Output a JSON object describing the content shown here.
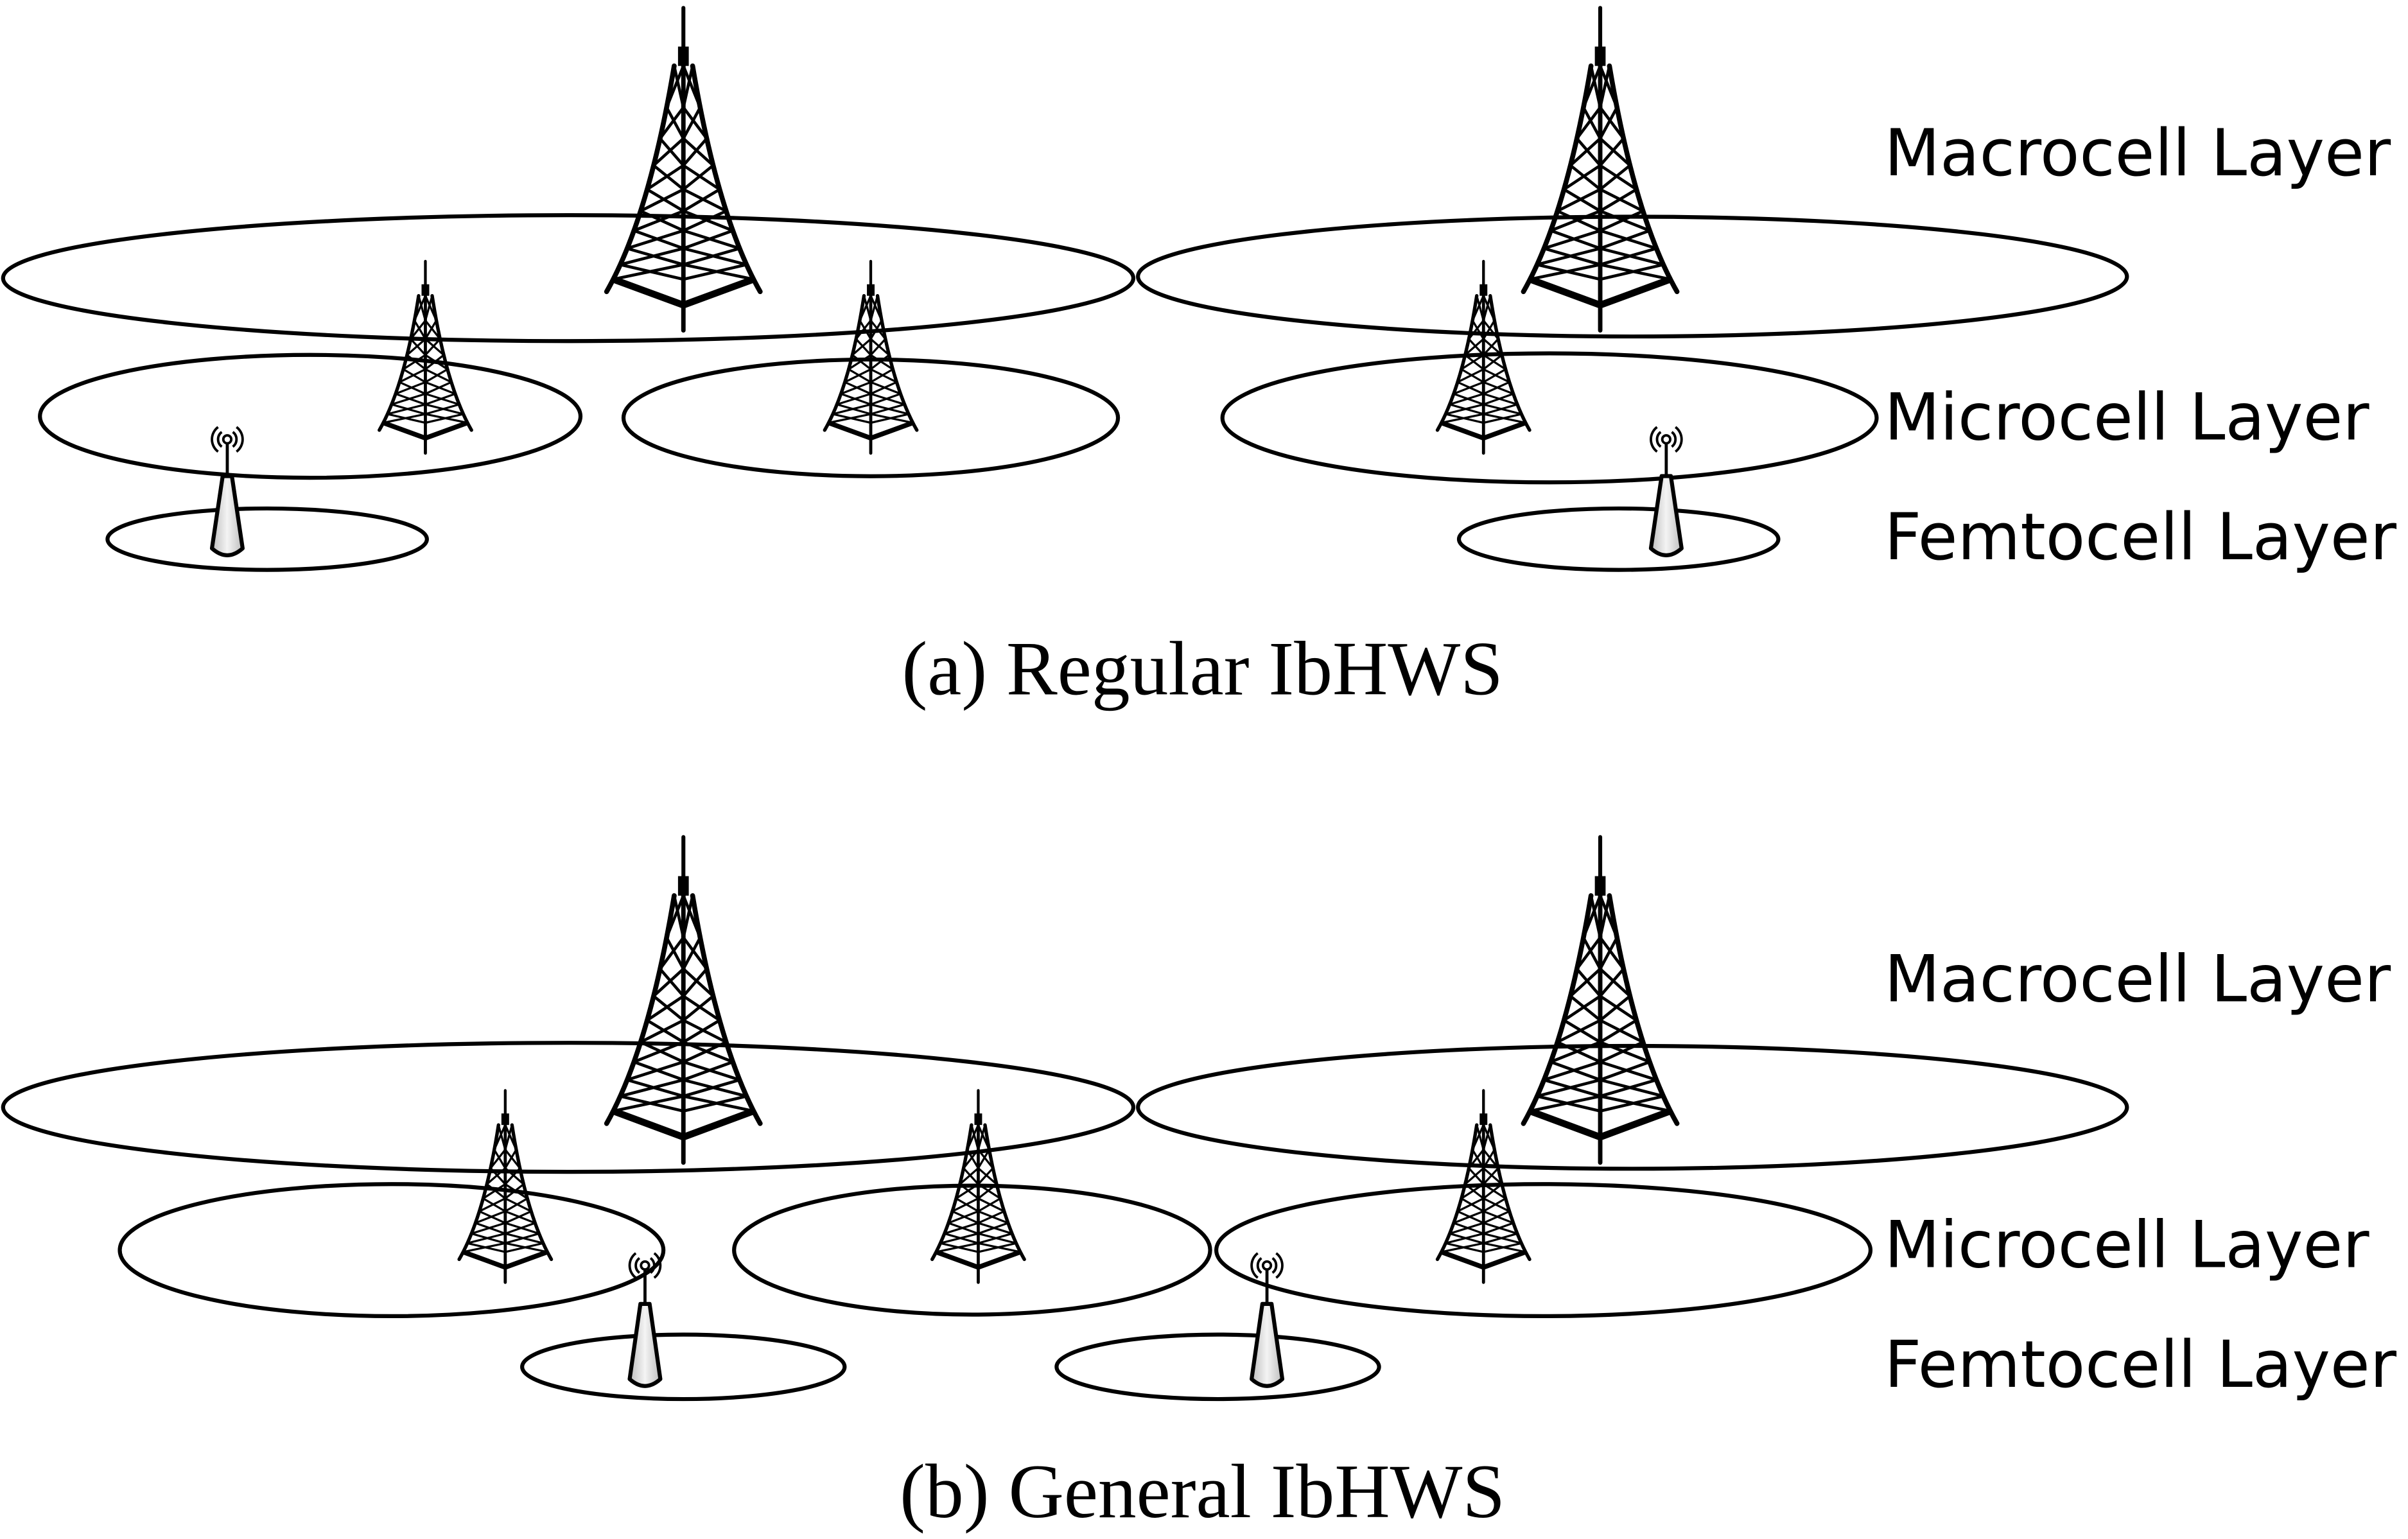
{
  "panels": [
    {
      "id": "a",
      "caption": "(a) Regular IbHWS",
      "layer_labels": {
        "macro": "Macrocell Layer",
        "micro": "Microcell Layer",
        "femto": "Femtocell Layer"
      },
      "macro_cells": 2,
      "micro_cells": 3,
      "femto_cells": 2,
      "femto_overlap_micro": false
    },
    {
      "id": "b",
      "caption": "(b) General IbHWS",
      "layer_labels": {
        "macro": "Macrocell Layer",
        "micro": "Microcell Layer",
        "femto": "Femtocell Layer"
      },
      "macro_cells": 2,
      "micro_cells": 3,
      "femto_cells": 2,
      "femto_overlap_micro": true
    }
  ],
  "icons": {
    "macro_base_station": "lattice-tower-icon",
    "micro_base_station": "small-lattice-tower-icon",
    "femto_base_station": "femto-antenna-icon"
  },
  "colors": {
    "stroke": "#000000",
    "background": "#ffffff",
    "femto_fill": "#e6e6e6"
  }
}
